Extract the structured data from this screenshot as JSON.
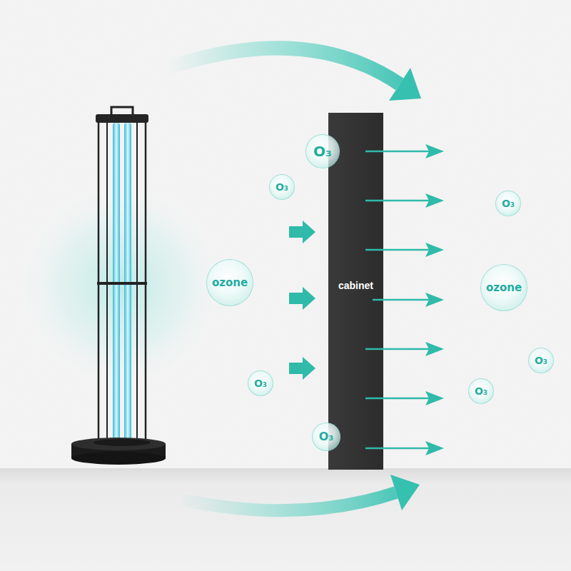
{
  "diagram": {
    "nodes": [
      {
        "text": [
          "O₃"
        ]
      },
      {
        "text": [
          "O₃"
        ]
      },
      {
        "text": [
          "ozone"
        ]
      },
      {
        "text": [
          "O₃"
        ]
      },
      {
        "text": [
          "O₃"
        ]
      },
      {
        "text": [
          "cabinet"
        ]
      },
      {
        "text": [
          "O₃"
        ]
      },
      {
        "text": [
          "ozone"
        ]
      },
      {
        "text": [
          "O₃"
        ]
      },
      {
        "text": [
          "O₃"
        ]
      }
    ]
  }
}
